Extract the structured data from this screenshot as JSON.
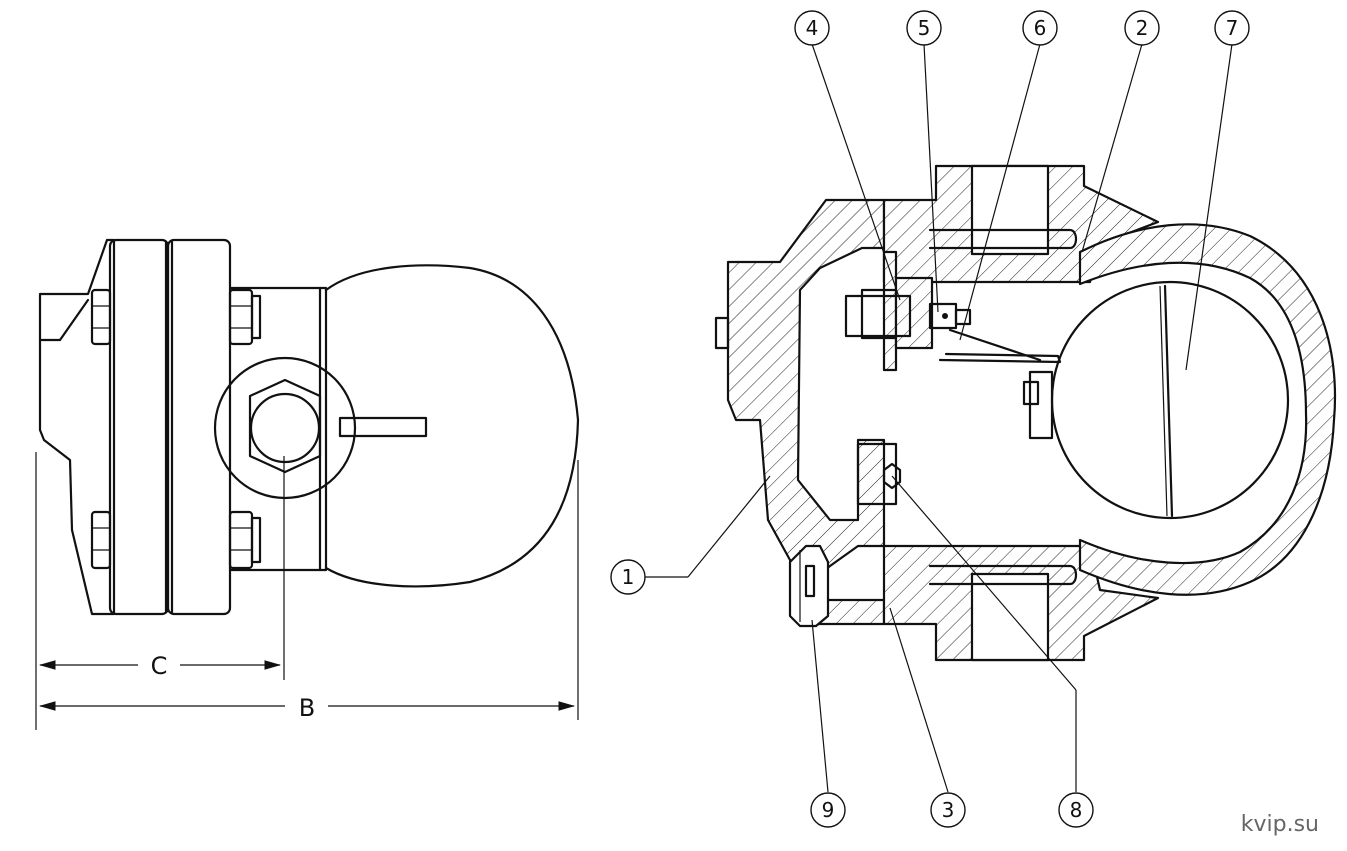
{
  "dimensions": {
    "c_label": "C",
    "b_label": "B"
  },
  "callouts": [
    {
      "id": "c4",
      "label": "4"
    },
    {
      "id": "c5",
      "label": "5"
    },
    {
      "id": "c6",
      "label": "6"
    },
    {
      "id": "c2",
      "label": "2"
    },
    {
      "id": "c7",
      "label": "7"
    },
    {
      "id": "c1",
      "label": "1"
    },
    {
      "id": "c9",
      "label": "9"
    },
    {
      "id": "c3",
      "label": "3"
    },
    {
      "id": "c8",
      "label": "8"
    }
  ],
  "watermark": "kvip.su"
}
